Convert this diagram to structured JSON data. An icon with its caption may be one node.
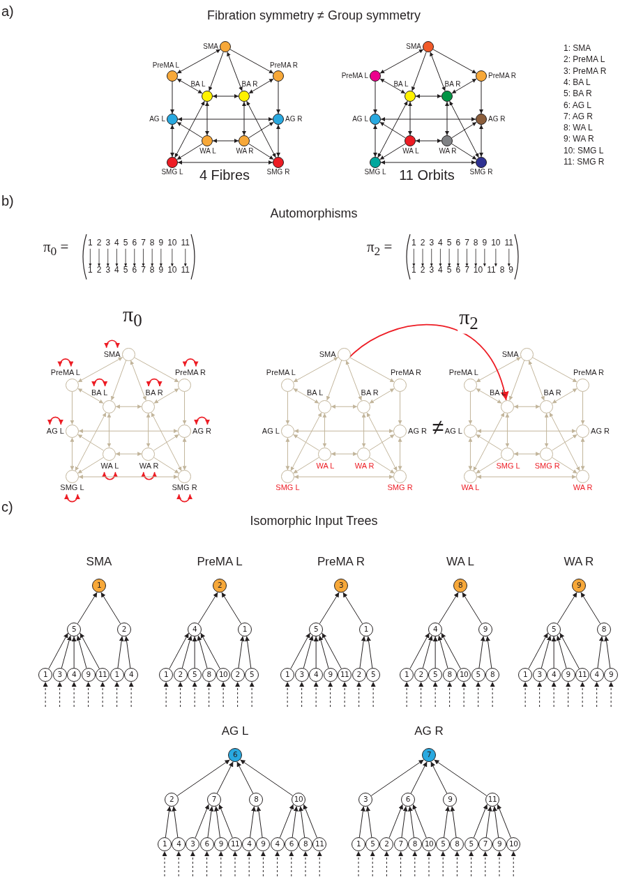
{
  "diagram": {
    "nodes": [
      {
        "text": [],
        "shape": "circle",
        "beside": [
          "SMA"
        ]
      },
      {
        "text": [],
        "shape": "circle",
        "beside": [
          "PreMA L"
        ]
      },
      {
        "text": [],
        "shape": "circle",
        "beside": [
          "PreMA R"
        ]
      },
      {
        "text": [],
        "shape": "circle",
        "beside": [
          "BA L"
        ]
      },
      {
        "text": [],
        "shape": "circle",
        "beside": [
          "BA R"
        ]
      },
      {
        "text": [],
        "shape": "circle",
        "beside": [
          "AG L"
        ]
      },
      {
        "text": [],
        "shape": "circle",
        "beside": [
          "AG R"
        ]
      },
      {
        "text": [],
        "shape": "circle",
        "beside": [
          "WA L"
        ]
      },
      {
        "text": [],
        "shape": "circle",
        "beside": [
          "WA R"
        ]
      },
      {
        "text": [],
        "shape": "circle",
        "beside": [
          "SMG L"
        ]
      },
      {
        "text": [],
        "shape": "circle",
        "beside": [
          "SMG R"
        ]
      },
      {
        "text": [],
        "shape": "circle",
        "beside": [
          "SMA"
        ]
      },
      {
        "text": [],
        "shape": "circle",
        "beside": [
          "PreMA L"
        ]
      },
      {
        "text": [],
        "shape": "circle",
        "beside": [
          "PreMA R"
        ]
      },
      {
        "text": [],
        "shape": "circle",
        "beside": [
          "BA L"
        ]
      },
      {
        "text": [],
        "shape": "circle",
        "beside": [
          "BA R"
        ]
      },
      {
        "text": [],
        "shape": "circle",
        "beside": [
          "AG L"
        ]
      },
      {
        "text": [],
        "shape": "circle",
        "beside": [
          "AG R"
        ]
      },
      {
        "text": [],
        "shape": "circle",
        "beside": [
          "WA L"
        ]
      },
      {
        "text": [],
        "shape": "circle",
        "beside": [
          "WA R"
        ]
      },
      {
        "text": [],
        "shape": "circle",
        "beside": [
          "SMG L"
        ]
      },
      {
        "text": [],
        "shape": "circle",
        "beside": [
          "SMG R"
        ]
      },
      {
        "text": [],
        "shape": "circle",
        "beside": [
          "SMA"
        ]
      },
      {
        "text": [],
        "shape": "circle",
        "beside": [
          "PreMA L"
        ]
      },
      {
        "text": [],
        "shape": "circle",
        "beside": [
          "PreMA R"
        ]
      },
      {
        "text": [],
        "shape": "circle",
        "beside": [
          "BA L"
        ]
      },
      {
        "text": [],
        "shape": "circle",
        "beside": [
          "BA R"
        ]
      },
      {
        "text": [],
        "shape": "circle",
        "beside": [
          "AG L"
        ]
      },
      {
        "text": [],
        "shape": "circle",
        "beside": [
          "AG R"
        ]
      },
      {
        "text": [],
        "shape": "circle",
        "beside": [
          "WA L"
        ]
      },
      {
        "text": [],
        "shape": "circle",
        "beside": [
          "WA R"
        ]
      },
      {
        "text": [],
        "shape": "circle",
        "beside": [
          "SMG L"
        ]
      },
      {
        "text": [],
        "shape": "circle",
        "beside": [
          "SMG R"
        ]
      },
      {
        "text": [],
        "shape": "circle",
        "beside": [
          "SMA"
        ]
      },
      {
        "text": [],
        "shape": "circle",
        "beside": [
          "PreMA L"
        ]
      },
      {
        "text": [],
        "shape": "circle",
        "beside": [
          "PreMA R"
        ]
      },
      {
        "text": [],
        "shape": "circle",
        "beside": [
          "BA L"
        ]
      },
      {
        "text": [],
        "shape": "circle",
        "beside": [
          "BA R"
        ]
      },
      {
        "text": [],
        "shape": "circle",
        "beside": [
          "AG L"
        ]
      },
      {
        "text": [],
        "shape": "circle",
        "beside": [
          "AG R"
        ]
      },
      {
        "text": [],
        "shape": "circle",
        "beside": [
          "WA L"
        ]
      },
      {
        "text": [],
        "shape": "circle",
        "beside": [
          "WA R"
        ]
      },
      {
        "text": [],
        "shape": "circle",
        "beside": [
          "SMG L"
        ]
      },
      {
        "text": [],
        "shape": "circle",
        "beside": [
          "SMG R"
        ]
      },
      {
        "text": [],
        "shape": "circle",
        "beside": [
          "SMA"
        ]
      },
      {
        "text": [],
        "shape": "circle",
        "beside": [
          "PreMA L"
        ]
      },
      {
        "text": [],
        "shape": "circle",
        "beside": [
          "PreMA R"
        ]
      },
      {
        "text": [],
        "shape": "circle",
        "beside": [
          "BA L"
        ]
      },
      {
        "text": [],
        "shape": "circle",
        "beside": [
          "BA R"
        ]
      },
      {
        "text": [],
        "shape": "circle",
        "beside": [
          "AG L"
        ]
      },
      {
        "text": [],
        "shape": "circle",
        "beside": [
          "AG R"
        ]
      },
      {
        "text": [],
        "shape": "circle",
        "beside": [
          "SMG L"
        ]
      },
      {
        "text": [],
        "shape": "circle",
        "beside": [
          "SMG R"
        ]
      },
      {
        "text": [],
        "shape": "circle",
        "beside": [
          "WA L"
        ]
      },
      {
        "text": [],
        "shape": "circle",
        "beside": [
          "WA R"
        ]
      },
      {
        "text": [
          "1"
        ]
      },
      {
        "text": [
          "5"
        ]
      },
      {
        "text": [
          "2"
        ]
      },
      {
        "text": [
          "1"
        ]
      },
      {
        "text": [
          "3"
        ]
      },
      {
        "text": [
          "4"
        ]
      },
      {
        "text": [
          "9"
        ]
      },
      {
        "text": [
          "11"
        ]
      },
      {
        "text": [
          "1"
        ]
      },
      {
        "text": [
          "4"
        ]
      },
      {
        "text": [
          "2"
        ]
      },
      {
        "text": [
          "4"
        ]
      },
      {
        "text": [
          "1"
        ]
      },
      {
        "text": [
          "1"
        ]
      },
      {
        "text": [
          "2"
        ]
      },
      {
        "text": [
          "5"
        ]
      },
      {
        "text": [
          "8"
        ]
      },
      {
        "text": [
          "10"
        ]
      },
      {
        "text": [
          "2"
        ]
      },
      {
        "text": [
          "5"
        ]
      },
      {
        "text": [
          "3"
        ]
      },
      {
        "text": [
          "5"
        ]
      },
      {
        "text": [
          "1"
        ]
      },
      {
        "text": [
          "1"
        ]
      },
      {
        "text": [
          "3"
        ]
      },
      {
        "text": [
          "4"
        ]
      },
      {
        "text": [
          "9"
        ]
      },
      {
        "text": [
          "11"
        ]
      },
      {
        "text": [
          "2"
        ]
      },
      {
        "text": [
          "5"
        ]
      },
      {
        "text": [
          "8"
        ]
      },
      {
        "text": [
          "4"
        ]
      },
      {
        "text": [
          "9"
        ]
      },
      {
        "text": [
          "1"
        ]
      },
      {
        "text": [
          "2"
        ]
      },
      {
        "text": [
          "5"
        ]
      },
      {
        "text": [
          "8"
        ]
      },
      {
        "text": [
          "10"
        ]
      },
      {
        "text": [
          "5"
        ]
      },
      {
        "text": [
          "8"
        ]
      },
      {
        "text": [
          "9"
        ]
      },
      {
        "text": [
          "5"
        ]
      },
      {
        "text": [
          "8"
        ]
      },
      {
        "text": [
          "1"
        ]
      },
      {
        "text": [
          "3"
        ]
      },
      {
        "text": [
          "4"
        ]
      },
      {
        "text": [
          "9"
        ]
      },
      {
        "text": [
          "11"
        ]
      },
      {
        "text": [
          "4"
        ]
      },
      {
        "text": [
          "9"
        ]
      },
      {
        "text": [
          "6"
        ]
      },
      {
        "text": [
          "2"
        ]
      },
      {
        "text": [
          "7"
        ]
      },
      {
        "text": [
          "8"
        ]
      },
      {
        "text": [
          "10"
        ]
      },
      {
        "text": [
          "1"
        ]
      },
      {
        "text": [
          "4"
        ]
      },
      {
        "text": [
          "3"
        ]
      },
      {
        "text": [
          "6"
        ]
      },
      {
        "text": [
          "9"
        ]
      },
      {
        "text": [
          "11"
        ]
      },
      {
        "text": [
          "4"
        ]
      },
      {
        "text": [
          "9"
        ]
      },
      {
        "text": [
          "4"
        ]
      },
      {
        "text": [
          "6"
        ]
      },
      {
        "text": [
          "8"
        ]
      },
      {
        "text": [
          "11"
        ]
      },
      {
        "text": [
          "7"
        ]
      },
      {
        "text": [
          "3"
        ]
      },
      {
        "text": [
          "6"
        ]
      },
      {
        "text": [
          "9"
        ]
      },
      {
        "text": [
          "11"
        ]
      },
      {
        "text": [
          "1"
        ]
      },
      {
        "text": [
          "5"
        ]
      },
      {
        "text": [
          "2"
        ]
      },
      {
        "text": [
          "7"
        ]
      },
      {
        "text": [
          "8"
        ]
      },
      {
        "text": [
          "10"
        ]
      },
      {
        "text": [
          "5"
        ]
      },
      {
        "text": [
          "8"
        ]
      },
      {
        "text": [
          "5"
        ]
      },
      {
        "text": [
          "7"
        ]
      },
      {
        "text": [
          "9"
        ]
      },
      {
        "text": [
          "10"
        ]
      }
    ],
    "edges": [
      {
        "from": 0,
        "to": 1,
        "arrow": "both"
      },
      {
        "from": 0,
        "to": 2,
        "arrow": "to"
      },
      {
        "from": 0,
        "to": 3,
        "arrow": "to"
      },
      {
        "from": 0,
        "to": 4,
        "arrow": "both"
      },
      {
        "from": 1,
        "to": 3,
        "arrow": "both"
      },
      {
        "from": 2,
        "to": 4,
        "arrow": "both"
      },
      {
        "from": 3,
        "to": 4,
        "arrow": "both"
      },
      {
        "from": 1,
        "to": 5,
        "arrow": "to"
      },
      {
        "from": 2,
        "to": 6,
        "arrow": "to"
      },
      {
        "from": 5,
        "to": 6,
        "arrow": "both"
      },
      {
        "from": 3,
        "to": 7,
        "arrow": "both"
      },
      {
        "from": 4,
        "to": 8,
        "arrow": "both"
      },
      {
        "from": 7,
        "to": 5,
        "arrow": "to"
      },
      {
        "from": 8,
        "to": 6,
        "arrow": "to"
      },
      {
        "from": 7,
        "to": 8,
        "arrow": "both"
      },
      {
        "from": 5,
        "to": 9,
        "arrow": "both"
      },
      {
        "from": 6,
        "to": 10,
        "arrow": "both"
      },
      {
        "from": 9,
        "to": 10,
        "arrow": "both"
      },
      {
        "from": 7,
        "to": 9,
        "arrow": "to"
      },
      {
        "from": 8,
        "to": 10,
        "arrow": "to"
      },
      {
        "from": 9,
        "to": 3,
        "arrow": "both"
      },
      {
        "from": 10,
        "to": 4,
        "arrow": "both"
      },
      {
        "from": 11,
        "to": 12,
        "arrow": "both"
      },
      {
        "from": 11,
        "to": 13,
        "arrow": "to"
      },
      {
        "from": 11,
        "to": 14,
        "arrow": "to"
      },
      {
        "from": 11,
        "to": 15,
        "arrow": "both"
      },
      {
        "from": 12,
        "to": 14,
        "arrow": "both"
      },
      {
        "from": 13,
        "to": 15,
        "arrow": "both"
      },
      {
        "from": 14,
        "to": 15,
        "arrow": "both"
      },
      {
        "from": 12,
        "to": 16,
        "arrow": "to"
      },
      {
        "from": 13,
        "to": 17,
        "arrow": "to"
      },
      {
        "from": 16,
        "to": 17,
        "arrow": "both"
      },
      {
        "from": 14,
        "to": 18,
        "arrow": "both"
      },
      {
        "from": 15,
        "to": 19,
        "arrow": "both"
      },
      {
        "from": 18,
        "to": 16,
        "arrow": "to"
      },
      {
        "from": 19,
        "to": 17,
        "arrow": "to"
      },
      {
        "from": 18,
        "to": 19,
        "arrow": "both"
      },
      {
        "from": 16,
        "to": 20,
        "arrow": "both"
      },
      {
        "from": 17,
        "to": 21,
        "arrow": "both"
      },
      {
        "from": 20,
        "to": 21,
        "arrow": "both"
      },
      {
        "from": 18,
        "to": 20,
        "arrow": "to"
      },
      {
        "from": 19,
        "to": 21,
        "arrow": "to"
      },
      {
        "from": 20,
        "to": 14,
        "arrow": "both"
      },
      {
        "from": 21,
        "to": 15,
        "arrow": "both"
      },
      {
        "from": 22,
        "to": 23,
        "arrow": "both",
        "color": "#c2b59b"
      },
      {
        "from": 22,
        "to": 24,
        "arrow": "to",
        "color": "#c2b59b"
      },
      {
        "from": 22,
        "to": 25,
        "arrow": "to",
        "color": "#c2b59b"
      },
      {
        "from": 22,
        "to": 26,
        "arrow": "both",
        "color": "#c2b59b"
      },
      {
        "from": 23,
        "to": 25,
        "arrow": "both",
        "color": "#c2b59b"
      },
      {
        "from": 24,
        "to": 26,
        "arrow": "both",
        "color": "#c2b59b"
      },
      {
        "from": 25,
        "to": 26,
        "arrow": "both",
        "color": "#c2b59b"
      },
      {
        "from": 23,
        "to": 27,
        "arrow": "to",
        "color": "#c2b59b"
      },
      {
        "from": 24,
        "to": 28,
        "arrow": "to",
        "color": "#c2b59b"
      },
      {
        "from": 27,
        "to": 28,
        "arrow": "both",
        "color": "#c2b59b"
      },
      {
        "from": 25,
        "to": 29,
        "arrow": "both",
        "color": "#c2b59b"
      },
      {
        "from": 26,
        "to": 30,
        "arrow": "both",
        "color": "#c2b59b"
      },
      {
        "from": 29,
        "to": 27,
        "arrow": "to",
        "color": "#c2b59b"
      },
      {
        "from": 30,
        "to": 28,
        "arrow": "to",
        "color": "#c2b59b"
      },
      {
        "from": 29,
        "to": 30,
        "arrow": "both",
        "color": "#c2b59b"
      },
      {
        "from": 27,
        "to": 31,
        "arrow": "both",
        "color": "#c2b59b"
      },
      {
        "from": 28,
        "to": 32,
        "arrow": "both",
        "color": "#c2b59b"
      },
      {
        "from": 31,
        "to": 32,
        "arrow": "both",
        "color": "#c2b59b"
      },
      {
        "from": 29,
        "to": 31,
        "arrow": "to",
        "color": "#c2b59b"
      },
      {
        "from": 30,
        "to": 32,
        "arrow": "to",
        "color": "#c2b59b"
      },
      {
        "from": 31,
        "to": 25,
        "arrow": "both",
        "color": "#c2b59b"
      },
      {
        "from": 32,
        "to": 26,
        "arrow": "both",
        "color": "#c2b59b"
      },
      {
        "from": 33,
        "to": 34,
        "arrow": "both",
        "color": "#c2b59b"
      },
      {
        "from": 33,
        "to": 35,
        "arrow": "to",
        "color": "#c2b59b"
      },
      {
        "from": 33,
        "to": 36,
        "arrow": "to",
        "color": "#c2b59b"
      },
      {
        "from": 33,
        "to": 37,
        "arrow": "both",
        "color": "#c2b59b"
      },
      {
        "from": 34,
        "to": 36,
        "arrow": "both",
        "color": "#c2b59b"
      },
      {
        "from": 35,
        "to": 37,
        "arrow": "both",
        "color": "#c2b59b"
      },
      {
        "from": 36,
        "to": 37,
        "arrow": "both",
        "color": "#c2b59b"
      },
      {
        "from": 34,
        "to": 38,
        "arrow": "to",
        "color": "#c2b59b"
      },
      {
        "from": 35,
        "to": 39,
        "arrow": "to",
        "color": "#c2b59b"
      },
      {
        "from": 38,
        "to": 39,
        "arrow": "both",
        "color": "#c2b59b"
      },
      {
        "from": 36,
        "to": 40,
        "arrow": "both",
        "color": "#c2b59b"
      },
      {
        "from": 37,
        "to": 41,
        "arrow": "both",
        "color": "#c2b59b"
      },
      {
        "from": 40,
        "to": 38,
        "arrow": "to",
        "color": "#c2b59b"
      },
      {
        "from": 41,
        "to": 39,
        "arrow": "to",
        "color": "#c2b59b"
      },
      {
        "from": 40,
        "to": 41,
        "arrow": "both",
        "color": "#c2b59b"
      },
      {
        "from": 38,
        "to": 42,
        "arrow": "both",
        "color": "#c2b59b"
      },
      {
        "from": 39,
        "to": 43,
        "arrow": "both",
        "color": "#c2b59b"
      },
      {
        "from": 42,
        "to": 43,
        "arrow": "both",
        "color": "#c2b59b"
      },
      {
        "from": 40,
        "to": 42,
        "arrow": "to",
        "color": "#c2b59b"
      },
      {
        "from": 41,
        "to": 43,
        "arrow": "to",
        "color": "#c2b59b"
      },
      {
        "from": 42,
        "to": 36,
        "arrow": "both",
        "color": "#c2b59b"
      },
      {
        "from": 43,
        "to": 37,
        "arrow": "both",
        "color": "#c2b59b"
      },
      {
        "from": 44,
        "to": 45,
        "arrow": "both",
        "color": "#c2b59b"
      },
      {
        "from": 44,
        "to": 46,
        "arrow": "to",
        "color": "#c2b59b"
      },
      {
        "from": 44,
        "to": 47,
        "arrow": "to",
        "color": "#c2b59b"
      },
      {
        "from": 44,
        "to": 48,
        "arrow": "both",
        "color": "#c2b59b"
      },
      {
        "from": 45,
        "to": 47,
        "arrow": "both",
        "color": "#c2b59b"
      },
      {
        "from": 46,
        "to": 48,
        "arrow": "both",
        "color": "#c2b59b"
      },
      {
        "from": 47,
        "to": 48,
        "arrow": "both",
        "color": "#c2b59b"
      },
      {
        "from": 45,
        "to": 49,
        "arrow": "to",
        "color": "#c2b59b"
      },
      {
        "from": 46,
        "to": 50,
        "arrow": "to",
        "color": "#c2b59b"
      },
      {
        "from": 49,
        "to": 50,
        "arrow": "both",
        "color": "#c2b59b"
      },
      {
        "from": 47,
        "to": 51,
        "arrow": "both",
        "color": "#c2b59b"
      },
      {
        "from": 48,
        "to": 52,
        "arrow": "both",
        "color": "#c2b59b"
      },
      {
        "from": 51,
        "to": 49,
        "arrow": "to",
        "color": "#c2b59b"
      },
      {
        "from": 52,
        "to": 50,
        "arrow": "to",
        "color": "#c2b59b"
      },
      {
        "from": 51,
        "to": 52,
        "arrow": "both",
        "color": "#c2b59b"
      },
      {
        "from": 49,
        "to": 53,
        "arrow": "both",
        "color": "#c2b59b"
      },
      {
        "from": 50,
        "to": 54,
        "arrow": "both",
        "color": "#c2b59b"
      },
      {
        "from": 53,
        "to": 54,
        "arrow": "both",
        "color": "#c2b59b"
      },
      {
        "from": 51,
        "to": 53,
        "arrow": "to",
        "color": "#c2b59b"
      },
      {
        "from": 52,
        "to": 54,
        "arrow": "to",
        "color": "#c2b59b"
      },
      {
        "from": 53,
        "to": 47,
        "arrow": "both",
        "color": "#c2b59b"
      },
      {
        "from": 54,
        "to": 48,
        "arrow": "both",
        "color": "#c2b59b"
      },
      {
        "from": 33,
        "to": 47,
        "arrow": "to",
        "label": "π$_{2}$",
        "color": "#ed1c24"
      },
      {
        "from": 56,
        "to": 55,
        "arrow": "to"
      },
      {
        "from": 57,
        "to": 55,
        "arrow": "to"
      },
      {
        "from": 58,
        "to": 56,
        "arrow": "to"
      },
      {
        "from": 59,
        "to": 56,
        "arrow": "to"
      },
      {
        "from": 60,
        "to": 56,
        "arrow": "to"
      },
      {
        "from": 61,
        "to": 56,
        "arrow": "to"
      },
      {
        "from": 62,
        "to": 56,
        "arrow": "to"
      },
      {
        "from": 63,
        "to": 57,
        "arrow": "to"
      },
      {
        "from": 64,
        "to": 57,
        "arrow": "to"
      },
      {
        "from": null,
        "to": 58,
        "arrow": "to",
        "style": "dashed"
      },
      {
        "from": null,
        "to": 59,
        "arrow": "to",
        "style": "dashed"
      },
      {
        "from": null,
        "to": 60,
        "arrow": "to",
        "style": "dashed"
      },
      {
        "from": null,
        "to": 61,
        "arrow": "to",
        "style": "dashed"
      },
      {
        "from": null,
        "to": 62,
        "arrow": "to",
        "style": "dashed"
      },
      {
        "from": null,
        "to": 63,
        "arrow": "to",
        "style": "dashed"
      },
      {
        "from": null,
        "to": 64,
        "arrow": "to",
        "style": "dashed"
      },
      {
        "from": 66,
        "to": 65,
        "arrow": "to"
      },
      {
        "from": 67,
        "to": 65,
        "arrow": "to"
      },
      {
        "from": 68,
        "to": 66,
        "arrow": "to"
      },
      {
        "from": 69,
        "to": 66,
        "arrow": "to"
      },
      {
        "from": 70,
        "to": 66,
        "arrow": "to"
      },
      {
        "from": 71,
        "to": 66,
        "arrow": "to"
      },
      {
        "from": 72,
        "to": 66,
        "arrow": "to"
      },
      {
        "from": 73,
        "to": 67,
        "arrow": "to"
      },
      {
        "from": 74,
        "to": 67,
        "arrow": "to"
      },
      {
        "from": null,
        "to": 68,
        "arrow": "to",
        "style": "dashed"
      },
      {
        "from": null,
        "to": 69,
        "arrow": "to",
        "style": "dashed"
      },
      {
        "from": null,
        "to": 70,
        "arrow": "to",
        "style": "dashed"
      },
      {
        "from": null,
        "to": 71,
        "arrow": "to",
        "style": "dashed"
      },
      {
        "from": null,
        "to": 72,
        "arrow": "to",
        "style": "dashed"
      },
      {
        "from": null,
        "to": 73,
        "arrow": "to",
        "style": "dashed"
      },
      {
        "from": null,
        "to": 74,
        "arrow": "to",
        "style": "dashed"
      },
      {
        "from": 76,
        "to": 75,
        "arrow": "to"
      },
      {
        "from": 77,
        "to": 75,
        "arrow": "to"
      },
      {
        "from": 78,
        "to": 76,
        "arrow": "to"
      },
      {
        "from": 79,
        "to": 76,
        "arrow": "to"
      },
      {
        "from": 80,
        "to": 76,
        "arrow": "to"
      },
      {
        "from": 81,
        "to": 76,
        "arrow": "to"
      },
      {
        "from": 82,
        "to": 76,
        "arrow": "to"
      },
      {
        "from": 83,
        "to": 77,
        "arrow": "to"
      },
      {
        "from": 84,
        "to": 77,
        "arrow": "to"
      },
      {
        "from": null,
        "to": 78,
        "arrow": "to",
        "style": "dashed"
      },
      {
        "from": null,
        "to": 79,
        "arrow": "to",
        "style": "dashed"
      },
      {
        "from": null,
        "to": 80,
        "arrow": "to",
        "style": "dashed"
      },
      {
        "from": null,
        "to": 81,
        "arrow": "to",
        "style": "dashed"
      },
      {
        "from": null,
        "to": 82,
        "arrow": "to",
        "style": "dashed"
      },
      {
        "from": null,
        "to": 83,
        "arrow": "to",
        "style": "dashed"
      },
      {
        "from": null,
        "to": 84,
        "arrow": "to",
        "style": "dashed"
      },
      {
        "from": 86,
        "to": 85,
        "arrow": "to"
      },
      {
        "from": 87,
        "to": 85,
        "arrow": "to"
      },
      {
        "from": 88,
        "to": 86,
        "arrow": "to"
      },
      {
        "from": 89,
        "to": 86,
        "arrow": "to"
      },
      {
        "from": 90,
        "to": 86,
        "arrow": "to"
      },
      {
        "from": 91,
        "to": 86,
        "arrow": "to"
      },
      {
        "from": 92,
        "to": 86,
        "arrow": "to"
      },
      {
        "from": 93,
        "to": 87,
        "arrow": "to"
      },
      {
        "from": 94,
        "to": 87,
        "arrow": "to"
      },
      {
        "from": null,
        "to": 88,
        "arrow": "to",
        "style": "dashed"
      },
      {
        "from": null,
        "to": 89,
        "arrow": "to",
        "style": "dashed"
      },
      {
        "from": null,
        "to": 90,
        "arrow": "to",
        "style": "dashed"
      },
      {
        "from": null,
        "to": 91,
        "arrow": "to",
        "style": "dashed"
      },
      {
        "from": null,
        "to": 92,
        "arrow": "to",
        "style": "dashed"
      },
      {
        "from": null,
        "to": 93,
        "arrow": "to",
        "style": "dashed"
      },
      {
        "from": null,
        "to": 94,
        "arrow": "to",
        "style": "dashed"
      },
      {
        "from": 96,
        "to": 95,
        "arrow": "to"
      },
      {
        "from": 97,
        "to": 95,
        "arrow": "to"
      },
      {
        "from": 98,
        "to": 96,
        "arrow": "to"
      },
      {
        "from": 99,
        "to": 96,
        "arrow": "to"
      },
      {
        "from": 100,
        "to": 96,
        "arrow": "to"
      },
      {
        "from": 101,
        "to": 96,
        "arrow": "to"
      },
      {
        "from": 102,
        "to": 96,
        "arrow": "to"
      },
      {
        "from": 103,
        "to": 97,
        "arrow": "to"
      },
      {
        "from": 104,
        "to": 97,
        "arrow": "to"
      },
      {
        "from": null,
        "to": 98,
        "arrow": "to",
        "style": "dashed"
      },
      {
        "from": null,
        "to": 99,
        "arrow": "to",
        "style": "dashed"
      },
      {
        "from": null,
        "to": 100,
        "arrow": "to",
        "style": "dashed"
      },
      {
        "from": null,
        "to": 101,
        "arrow": "to",
        "style": "dashed"
      },
      {
        "from": null,
        "to": 102,
        "arrow": "to",
        "style": "dashed"
      },
      {
        "from": null,
        "to": 103,
        "arrow": "to",
        "style": "dashed"
      },
      {
        "from": null,
        "to": 104,
        "arrow": "to",
        "style": "dashed"
      },
      {
        "from": 106,
        "to": 105,
        "arrow": "to"
      },
      {
        "from": 107,
        "to": 105,
        "arrow": "to"
      },
      {
        "from": 108,
        "to": 105,
        "arrow": "to"
      },
      {
        "from": 109,
        "to": 105,
        "arrow": "to"
      },
      {
        "from": 110,
        "to": 106,
        "arrow": "to"
      },
      {
        "from": 111,
        "to": 106,
        "arrow": "to"
      },
      {
        "from": 112,
        "to": 107,
        "arrow": "to"
      },
      {
        "from": 113,
        "to": 107,
        "arrow": "to"
      },
      {
        "from": 114,
        "to": 107,
        "arrow": "to"
      },
      {
        "from": 115,
        "to": 107,
        "arrow": "to"
      },
      {
        "from": 116,
        "to": 108,
        "arrow": "to"
      },
      {
        "from": 117,
        "to": 108,
        "arrow": "to"
      },
      {
        "from": 118,
        "to": 109,
        "arrow": "to"
      },
      {
        "from": 119,
        "to": 109,
        "arrow": "to"
      },
      {
        "from": 120,
        "to": 109,
        "arrow": "to"
      },
      {
        "from": 121,
        "to": 109,
        "arrow": "to"
      },
      {
        "from": null,
        "to": 110,
        "arrow": "to",
        "style": "dashed"
      },
      {
        "from": null,
        "to": 111,
        "arrow": "to",
        "style": "dashed"
      },
      {
        "from": null,
        "to": 112,
        "arrow": "to",
        "style": "dashed"
      },
      {
        "from": null,
        "to": 113,
        "arrow": "to",
        "style": "dashed"
      },
      {
        "from": null,
        "to": 114,
        "arrow": "to",
        "style": "dashed"
      },
      {
        "from": null,
        "to": 115,
        "arrow": "to",
        "style": "dashed"
      },
      {
        "from": null,
        "to": 116,
        "arrow": "to",
        "style": "dashed"
      },
      {
        "from": null,
        "to": 117,
        "arrow": "to",
        "style": "dashed"
      },
      {
        "from": null,
        "to": 118,
        "arrow": "to",
        "style": "dashed"
      },
      {
        "from": null,
        "to": 119,
        "arrow": "to",
        "style": "dashed"
      },
      {
        "from": null,
        "to": 120,
        "arrow": "to",
        "style": "dashed"
      },
      {
        "from": null,
        "to": 121,
        "arrow": "to",
        "style": "dashed"
      },
      {
        "from": 123,
        "to": 122,
        "arrow": "to"
      },
      {
        "from": 124,
        "to": 122,
        "arrow": "to"
      },
      {
        "from": 125,
        "to": 122,
        "arrow": "to"
      },
      {
        "from": 126,
        "to": 122,
        "arrow": "to"
      },
      {
        "from": 127,
        "to": 123,
        "arrow": "to"
      },
      {
        "from": 128,
        "to": 123,
        "arrow": "to"
      },
      {
        "from": 129,
        "to": 124,
        "arrow": "to"
      },
      {
        "from": 130,
        "to": 124,
        "arrow": "to"
      },
      {
        "from": 131,
        "to": 124,
        "arrow": "to"
      },
      {
        "from": 132,
        "to": 124,
        "arrow": "to"
      },
      {
        "from": 133,
        "to": 125,
        "arrow": "to"
      },
      {
        "from": 134,
        "to": 125,
        "arrow": "to"
      },
      {
        "from": 135,
        "to": 126,
        "arrow": "to"
      },
      {
        "from": 136,
        "to": 126,
        "arrow": "to"
      },
      {
        "from": 137,
        "to": 126,
        "arrow": "to"
      },
      {
        "from": 138,
        "to": 126,
        "arrow": "to"
      },
      {
        "from": null,
        "to": 127,
        "arrow": "to",
        "style": "dashed"
      },
      {
        "from": null,
        "to": 128,
        "arrow": "to",
        "style": "dashed"
      },
      {
        "from": null,
        "to": 129,
        "arrow": "to",
        "style": "dashed"
      },
      {
        "from": null,
        "to": 130,
        "arrow": "to",
        "style": "dashed"
      },
      {
        "from": null,
        "to": 131,
        "arrow": "to",
        "style": "dashed"
      },
      {
        "from": null,
        "to": 132,
        "arrow": "to",
        "style": "dashed"
      },
      {
        "from": null,
        "to": 133,
        "arrow": "to",
        "style": "dashed"
      },
      {
        "from": null,
        "to": 134,
        "arrow": "to",
        "style": "dashed"
      },
      {
        "from": null,
        "to": 135,
        "arrow": "to",
        "style": "dashed"
      },
      {
        "from": null,
        "to": 136,
        "arrow": "to",
        "style": "dashed"
      },
      {
        "from": null,
        "to": 137,
        "arrow": "to",
        "style": "dashed"
      },
      {
        "from": null,
        "to": 138,
        "arrow": "to",
        "style": "dashed"
      }
    ],
    "labels": [
      "a)",
      "Fibration symmetry ≠ Group symmetry",
      "1: SMA",
      "2: PreMA L",
      "3: PreMA R",
      "4: BA L",
      "5: BA R",
      "6: AG L",
      "7: AG R",
      "8: WA L",
      "9: WA R",
      "10: SMG L",
      "11: SMG R",
      "4 Fibres",
      "11 Orbits",
      "b)",
      "Automorphisms",
      "π$_{0}$ =",
      "1 2 3 4 5 6 7 8 9 10 11",
      "1 2 3 4 5 6 7 8 9 10 11",
      "π$_{2}$ =",
      "1 2 3 4 5 6 7 8 9 10 11",
      "1 2 3 4 5 6 7 10 11 8 9",
      "π$_{0}$",
      "≠",
      "c)",
      "Isomorphic Input Trees",
      "SMA",
      "PreMA L",
      "PreMA R",
      "WA L",
      "WA R",
      "AG L",
      "AG R"
    ]
  }
}
